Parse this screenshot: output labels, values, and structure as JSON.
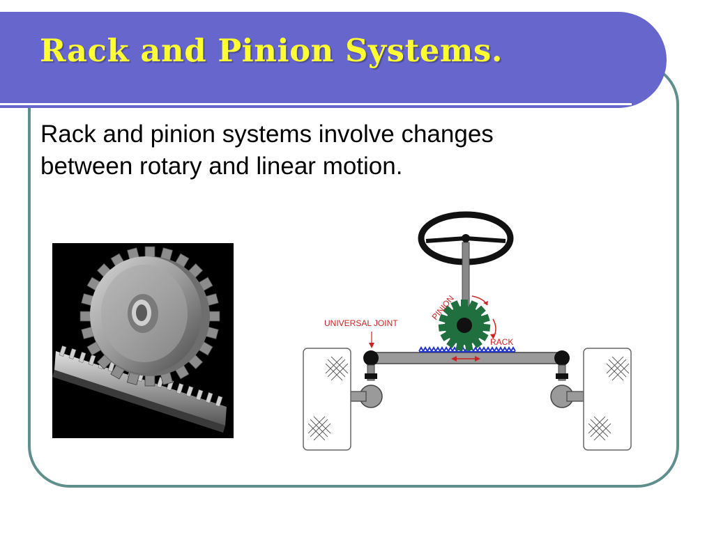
{
  "slide": {
    "title": "Rack and Pinion Systems.",
    "body": "Rack and pinion systems involve changes between rotary and linear motion."
  },
  "diagram": {
    "label_universal_joint": "UNIVERSAL JOINT",
    "label_pinion": "PINION",
    "label_rack": "RACK"
  },
  "colors": {
    "title_bar": "#6666cc",
    "title_text": "#ffff33",
    "frame_border": "#5f8f8c",
    "pinion_gear": "#1f6f3f",
    "rack_teeth": "#2233cc",
    "annotation": "#cc2222"
  }
}
